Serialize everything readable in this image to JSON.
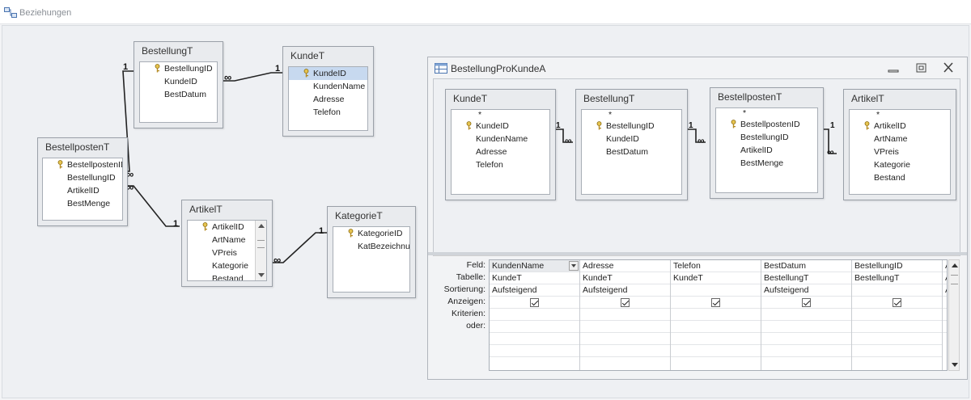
{
  "window": {
    "title": "Beziehungen"
  },
  "relationships": {
    "tables": [
      {
        "id": "bestellungT",
        "title": "BestellungT",
        "fields": [
          "BestellungID",
          "KundeID",
          "BestDatum"
        ],
        "key_fields": [
          0
        ]
      },
      {
        "id": "kundeT",
        "title": "KundeT",
        "fields": [
          "KundeID",
          "KundenName",
          "Adresse",
          "Telefon"
        ],
        "key_fields": [
          0
        ],
        "selected": 0
      },
      {
        "id": "bestellpostenT",
        "title": "BestellpostenT",
        "fields": [
          "BestellpostenID",
          "BestellungID",
          "ArtikelID",
          "BestMenge"
        ],
        "key_fields": [
          0
        ]
      },
      {
        "id": "artikelT",
        "title": "ArtikelT",
        "fields": [
          "ArtikelID",
          "ArtName",
          "VPreis",
          "Kategorie",
          "Bestand"
        ],
        "key_fields": [
          0
        ]
      },
      {
        "id": "kategorieT",
        "title": "KategorieT",
        "fields": [
          "KategorieID",
          "KatBezeichnung"
        ],
        "key_fields": [
          0
        ]
      }
    ],
    "one_symbol": "1",
    "many_symbol": "∞"
  },
  "query": {
    "title": "BestellungProKundeA",
    "tables": [
      {
        "title": "KundeT",
        "fields": [
          "*",
          "KundeID",
          "KundenName",
          "Adresse",
          "Telefon"
        ],
        "key_fields": [
          1
        ]
      },
      {
        "title": "BestellungT",
        "fields": [
          "*",
          "BestellungID",
          "KundeID",
          "BestDatum"
        ],
        "key_fields": [
          1
        ]
      },
      {
        "title": "BestellpostenT",
        "fields": [
          "*",
          "BestellpostenID",
          "BestellungID",
          "ArtikelID",
          "BestMenge"
        ],
        "key_fields": [
          1
        ]
      },
      {
        "title": "ArtikelT",
        "fields": [
          "*",
          "ArtikelID",
          "ArtName",
          "VPreis",
          "Kategorie",
          "Bestand"
        ],
        "key_fields": [
          1
        ]
      }
    ],
    "grid": {
      "row_labels": [
        "Feld:",
        "Tabelle:",
        "Sortierung:",
        "Anzeigen:",
        "Kriterien:",
        "oder:"
      ],
      "columns": [
        {
          "feld": "KundenName",
          "tabelle": "KundeT",
          "sortierung": "Aufsteigend",
          "anzeigen": true
        },
        {
          "feld": "Adresse",
          "tabelle": "KundeT",
          "sortierung": "Aufsteigend",
          "anzeigen": true
        },
        {
          "feld": "Telefon",
          "tabelle": "KundeT",
          "sortierung": "",
          "anzeigen": true
        },
        {
          "feld": "BestDatum",
          "tabelle": "BestellungT",
          "sortierung": "Aufsteigend",
          "anzeigen": true
        },
        {
          "feld": "BestellungID",
          "tabelle": "BestellungT",
          "sortierung": "",
          "anzeigen": true
        },
        {
          "feld": "A",
          "tabelle": "A",
          "sortierung": "A",
          "anzeigen": false
        }
      ]
    }
  },
  "colors": {
    "canvas": "#eef0f3",
    "selected_row": "#c7d9ef",
    "border": "#9aa0a8"
  }
}
